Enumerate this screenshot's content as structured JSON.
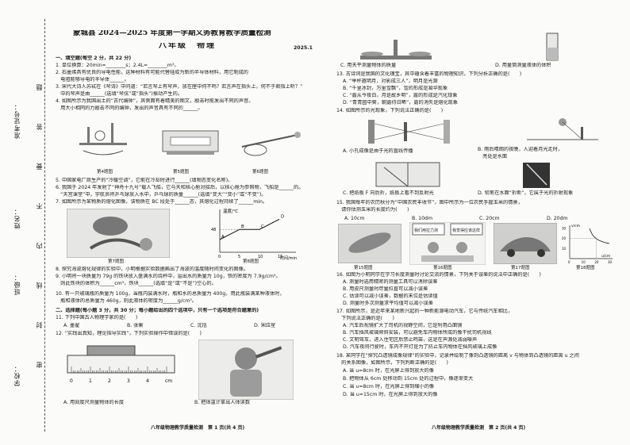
{
  "header": {
    "title": "蒙城县 2024—2025 年度第一学期义务教育教学质量检测",
    "subtitle": "八年级　物理",
    "date": "2025.1"
  },
  "binding_margin": {
    "school": "学校：",
    "class": "班级：",
    "name": "姓名：",
    "exam_no": "准考证号：",
    "seal_words": [
      "密",
      "封",
      "线",
      "内",
      "不",
      "要",
      "答",
      "题"
    ]
  },
  "left": {
    "section1": "一、填空题(每空 2 分，共 22 分)",
    "q1": "1. 单位换算：20min=________s；2.4L=________m³。",
    "q2": "2. 石墨烯具有优良的导电性能，这种材料有可能代替硅成为新的半导体材料，用它制成的",
    "q2b": "　电阻能够导电的半导体______。",
    "q3": "3. 宋代大诗人苏轼在《琴诗》中问道：“若言琴上有琴声，放在匣中何不鸣？若言声在指头上，何不于君指上听？”",
    "q3b": "　中的琴声是由______(选填“琴弦”或“指头”)振动产生的。",
    "q4": "4. 如图所示为我国出土的“古代编钟”，其侧面有着精美的图文，敲击时能发出不同的声音。",
    "q4b": "　用大小相同的力敲击不同的编钟，发出的声音具有不同的______。",
    "fig4": "第4题图",
    "fig5": "第5题图",
    "fig6": "第6题图",
    "q5": "5. 中国家电厂商生产的“冷暖空调”，它能在冷却时进行______(填物态变化名称)。",
    "q6": "6. 我国于 2024 年发射了“神舟十九号”载人飞船，它与天和核心舱对接后，以核心舱为参照物，飞船是______的。",
    "q6b": "　“天宫课堂”中，宇航员将乒乓球放入水中，乒乓球的质量______(选填“变大”“变小”或“不变”)。",
    "q7": "7. 如图所示为某物质的熔化图像，该物质在 BC 段处于______态，其熔化过程持续了______min。",
    "fig7": "第7题图",
    "fig8": "第8题图",
    "q8": "8. 探究海波熔化规律的实验中，小明根据实验数据画出了海波的温度随时间变化的图像。",
    "q9": "9. 小明将一块质量为 79g 的铁块放入盛满水的烧杯中，溢出水的质量为 10g，铁的密度为 7.9g/cm³。",
    "q9b": "　则此铁块的体积为______cm³，铁块______(选填“是”或“不是”)空心的。",
    "q10": "10. 有一只玻璃瓶的质量为 100g，当瓶内装满水时，瓶和水的总质量为 400g，用此瓶装满某种液体时，",
    "q10b": "　瓶和液体的总质量为 460g，则此液体的密度为______g/cm³。",
    "section2": "二、选择题(每小题 3 分，共 30 分；每小题给出的四个选项中，只有一个选项是符合题意的)",
    "q11": "11. 下列中国古人物理学家的是(　　)",
    "q11_opts": [
      "A. 墨翟",
      "B. 张衡",
      "C. 沈括",
      "D. 宋应星"
    ],
    "q12": "12. “实践出真知，理论指导实践”，下列实验操作中错误的是(　　)",
    "q12a": "A. 用刻度尺测量物体的长度",
    "q12b": "B. 把体温计拿出人体读数",
    "ruler_ticks": [
      "0",
      "1",
      "2",
      "3",
      "4",
      "cm"
    ],
    "footer": "八年级物理教学质量检测　第 1 页(共 4 页)"
  },
  "right": {
    "top_c": "C. 用天平测量物体的质量",
    "top_d": "D. 用量筒测量液体的体积",
    "q13": "13. 古诗词是我国的文化瑰宝，其中蕴含着丰富的物理知识，下列分析正确的是(　　)",
    "q13_opts": [
      "A. “举杯邀明月，对影成三人”，明月是光源",
      "B. “千里冰封，万里雪飘”，雪的形成是凝华现象",
      "C. “露从今夜白，月是故乡明”，露的形成是汽化现象",
      "D. “青青园中葵，朝露待日晞”，露的消失是熔化现象"
    ],
    "q14": "14. 如图所示的光现象，下列说法正确的是(　　)",
    "q14a": "A. 小孔成像是由于光的直线传播",
    "q14b": "B. 雨后晴朗的夜晚，人迎着月光走时，",
    "q14b2": "　亮处是水面",
    "q14c": "C. 把纸板 F 向后折，纸板上看不到反射光",
    "q14d": "D. 铅笔在水面“折断”，它属于光的折射现象",
    "q15": "15. 我国每年的农历秋分为“中国农民丰收节”，图中所示为一位农民手握玉米的情景，",
    "q15b": "　请你估测玉米的长度约为(　　)",
    "q15_opts": [
      "A. 10cm",
      "B. 10dm",
      "C. 20cm",
      "D. 20dm"
    ],
    "fig15": "第15题图",
    "fig16": "第16题图",
    "fig17": "第17题图",
    "fig18": "第18题图",
    "bubble1": "我们用拉力测",
    "bubble2": "我觉得应该这样",
    "graph_ylabel": "v/cm",
    "graph_xlabel": "u/cm",
    "q16": "16. 如图为小明同学在学习长度测量时讨论交流的情景，下列关于误差的说法中正确的是(　　)",
    "q16_opts": [
      "A. 测量时选用精密的测量工具可以消除误差",
      "B. 用皮尺测量时尽量拉直可以减小误差",
      "C. 估读可以减小误差，数据的末位是估读值",
      "D. 测量时多次测量求平均值可以减小误差"
    ],
    "q17": "17. 如图所示，是近年来某地新兴起的一种新能源电动汽车，它与传统汽车相比，",
    "q17b": "　下列说法正确的是(　　)",
    "q17_opts": [
      "A. 汽车后视镜扩大了司机的视野空间，它是利用凸面镜",
      "B. 汽车挡风玻璃倾斜安装，可以避免车内物体所成的像干扰司机视线",
      "C. 文明驾车，进入住宅区后禁止鸣笛，这是在声源处减弱噪声",
      "D. 汽车夜间行驶时，车内不开灯是为了防止车内物体在挡风玻璃上成像"
    ],
    "q18": "18. 某同学在“探究凸透镜成像规律”的实验中，记录并绘制了像到凸透镜的距离 v 与物体到凸透镜的距离 u 之间",
    "q18b": "　的关系图像，如图所示，下列判断正确的是(　　)",
    "q18_opts": [
      "A. 当 u=8cm 时，在光屏上得到放大的像",
      "B. 把物体从 6cm 处移动到 15cm 处的过程中，像逐渐变大",
      "C. 当 u=8cm 时，在光屏上得到缩小的像",
      "D. 当 u=15cm 时，在光屏上得到放大的像"
    ],
    "footer": "八年级物理教学质量检测　第 2 页(共 4 页)"
  },
  "chart7": {
    "title": "",
    "ylabel": "温度/℃",
    "xlabel": "时间/min",
    "points": [
      {
        "label": "A",
        "t": 0,
        "T": 40
      },
      {
        "label": "B",
        "t": 5,
        "T": 48
      },
      {
        "label": "C",
        "t": 10,
        "T": 48
      },
      {
        "label": "D",
        "t": 15,
        "T": 56
      }
    ],
    "xticks": [
      "0",
      "5",
      "10",
      "15"
    ],
    "yticks": [
      "48"
    ]
  },
  "chart18": {
    "title": "",
    "ylabel": "v/cm",
    "xlabel": "u/cm",
    "xticks": [
      "0",
      "10",
      "20",
      "30"
    ],
    "yticks": [
      "10",
      "20",
      "30"
    ]
  }
}
